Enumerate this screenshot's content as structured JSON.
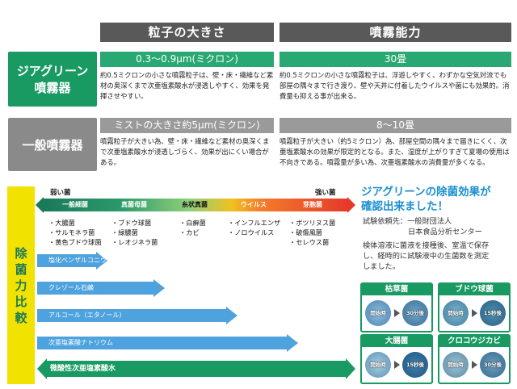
{
  "table": {
    "col_size": "粒子の大きさ",
    "col_spray": "噴霧能力",
    "rows": [
      {
        "label_line1": "ジアグリーン",
        "label_line2": "噴霧器",
        "size_sub": "0.3～0.9μm(ミクロン)",
        "size_text": "約0.5ミクロンの小さな噴霧粒子は、壁・床・繊維など素材の奥深くまで次亜塩素酸水が浸透しやすく、効果を発揮させやすい。",
        "spray_sub": "30畳",
        "spray_text": "約0.5ミクロンの小さな噴霧粒子は、浮遊しやすく、わずかな空気対流でも部屋の隅々まで行き渡り、壁や天井に付着したウイルスや菌にも効果的。消費量も抑える事が出来る。"
      },
      {
        "label_line1": "一般噴霧器",
        "label_line2": "",
        "size_sub": "ミストの大きさ約5μm(ミクロン)",
        "size_text": "噴霧粒子が大きい為、壁・床・繊維など素材の奥深くまで次亜塩素酸水が浸透しづらく、効果が出にくい場合がある。",
        "spray_sub": "8～10畳",
        "spray_text": "噴霧粒子が大きい（約5ミクロン）為、部屋空間の隅々まで届きにくく、次亜塩素酸水の効果が限定的となる。また、湿度が上がりすぎて夏場の使用は不向きである。噴霧量が多い為、次亜塩素酸水の消費量が多くなる。"
      }
    ]
  },
  "comparison": {
    "side_title": [
      "除",
      "菌",
      "力",
      "比",
      "較"
    ],
    "weak_label": "弱い菌",
    "strong_label": "強い菌",
    "categories": [
      {
        "label": "一般細菌",
        "color": "#1a7a5a"
      },
      {
        "label": "真菌母菌",
        "color": "#2a9a6a"
      },
      {
        "label": "糸状真菌",
        "color": "#8fcf7a"
      },
      {
        "label": "ウイルス",
        "color": "#f47a2a"
      },
      {
        "label": "芽胞菌",
        "color": "#e53a2a"
      }
    ],
    "bacteria": [
      [
        "・大腸菌",
        "・サルモネラ菌",
        "・黄色ブドウ球菌"
      ],
      [
        "・ブドウ球菌",
        "・緑膿菌",
        "・レオジネラ菌"
      ],
      [
        "・白癬菌",
        "・カビ"
      ],
      [
        "・インフルエンザ",
        "・ノロウイルス"
      ],
      [
        "・ボツリヌス菌",
        "・破傷風菌",
        "・セレウス菌"
      ]
    ],
    "agents": [
      {
        "label": "塩化ベンザルコニウム",
        "reach": 0.22
      },
      {
        "label": "クレゾール石鹸",
        "reach": 0.4
      },
      {
        "label": "アルコール（エタノール）",
        "reach": 0.63
      },
      {
        "label": "次亜塩素酸ナトリウム",
        "reach": 0.82
      },
      {
        "label": "微酸性次亜塩素酸水",
        "reach": 1.0
      }
    ],
    "colors": {
      "arrow": "#4ea3df",
      "green": "#1a9a63",
      "title_blue": "#1a8fd1"
    }
  },
  "results": {
    "title_line1": "ジアグリーンの除菌効果が",
    "title_line2": "確認出来ました！",
    "source_line1": "試験依頼先：一般財団法人",
    "source_line2": "日本食品分析センター",
    "desc_line1": "検体溶液に菌液を接種後、室温で保存",
    "desc_line2": "し、経時的に試験液中の生菌数を測定",
    "desc_line3": "しました。",
    "start_label": "開始時",
    "items": [
      {
        "name": "枯草菌",
        "time": "30分後"
      },
      {
        "name": "ブドウ球菌",
        "time": "15秒後"
      },
      {
        "name": "大腸菌",
        "time": "15秒後"
      },
      {
        "name": "クロコウジカビ",
        "time": "30分後"
      }
    ]
  }
}
